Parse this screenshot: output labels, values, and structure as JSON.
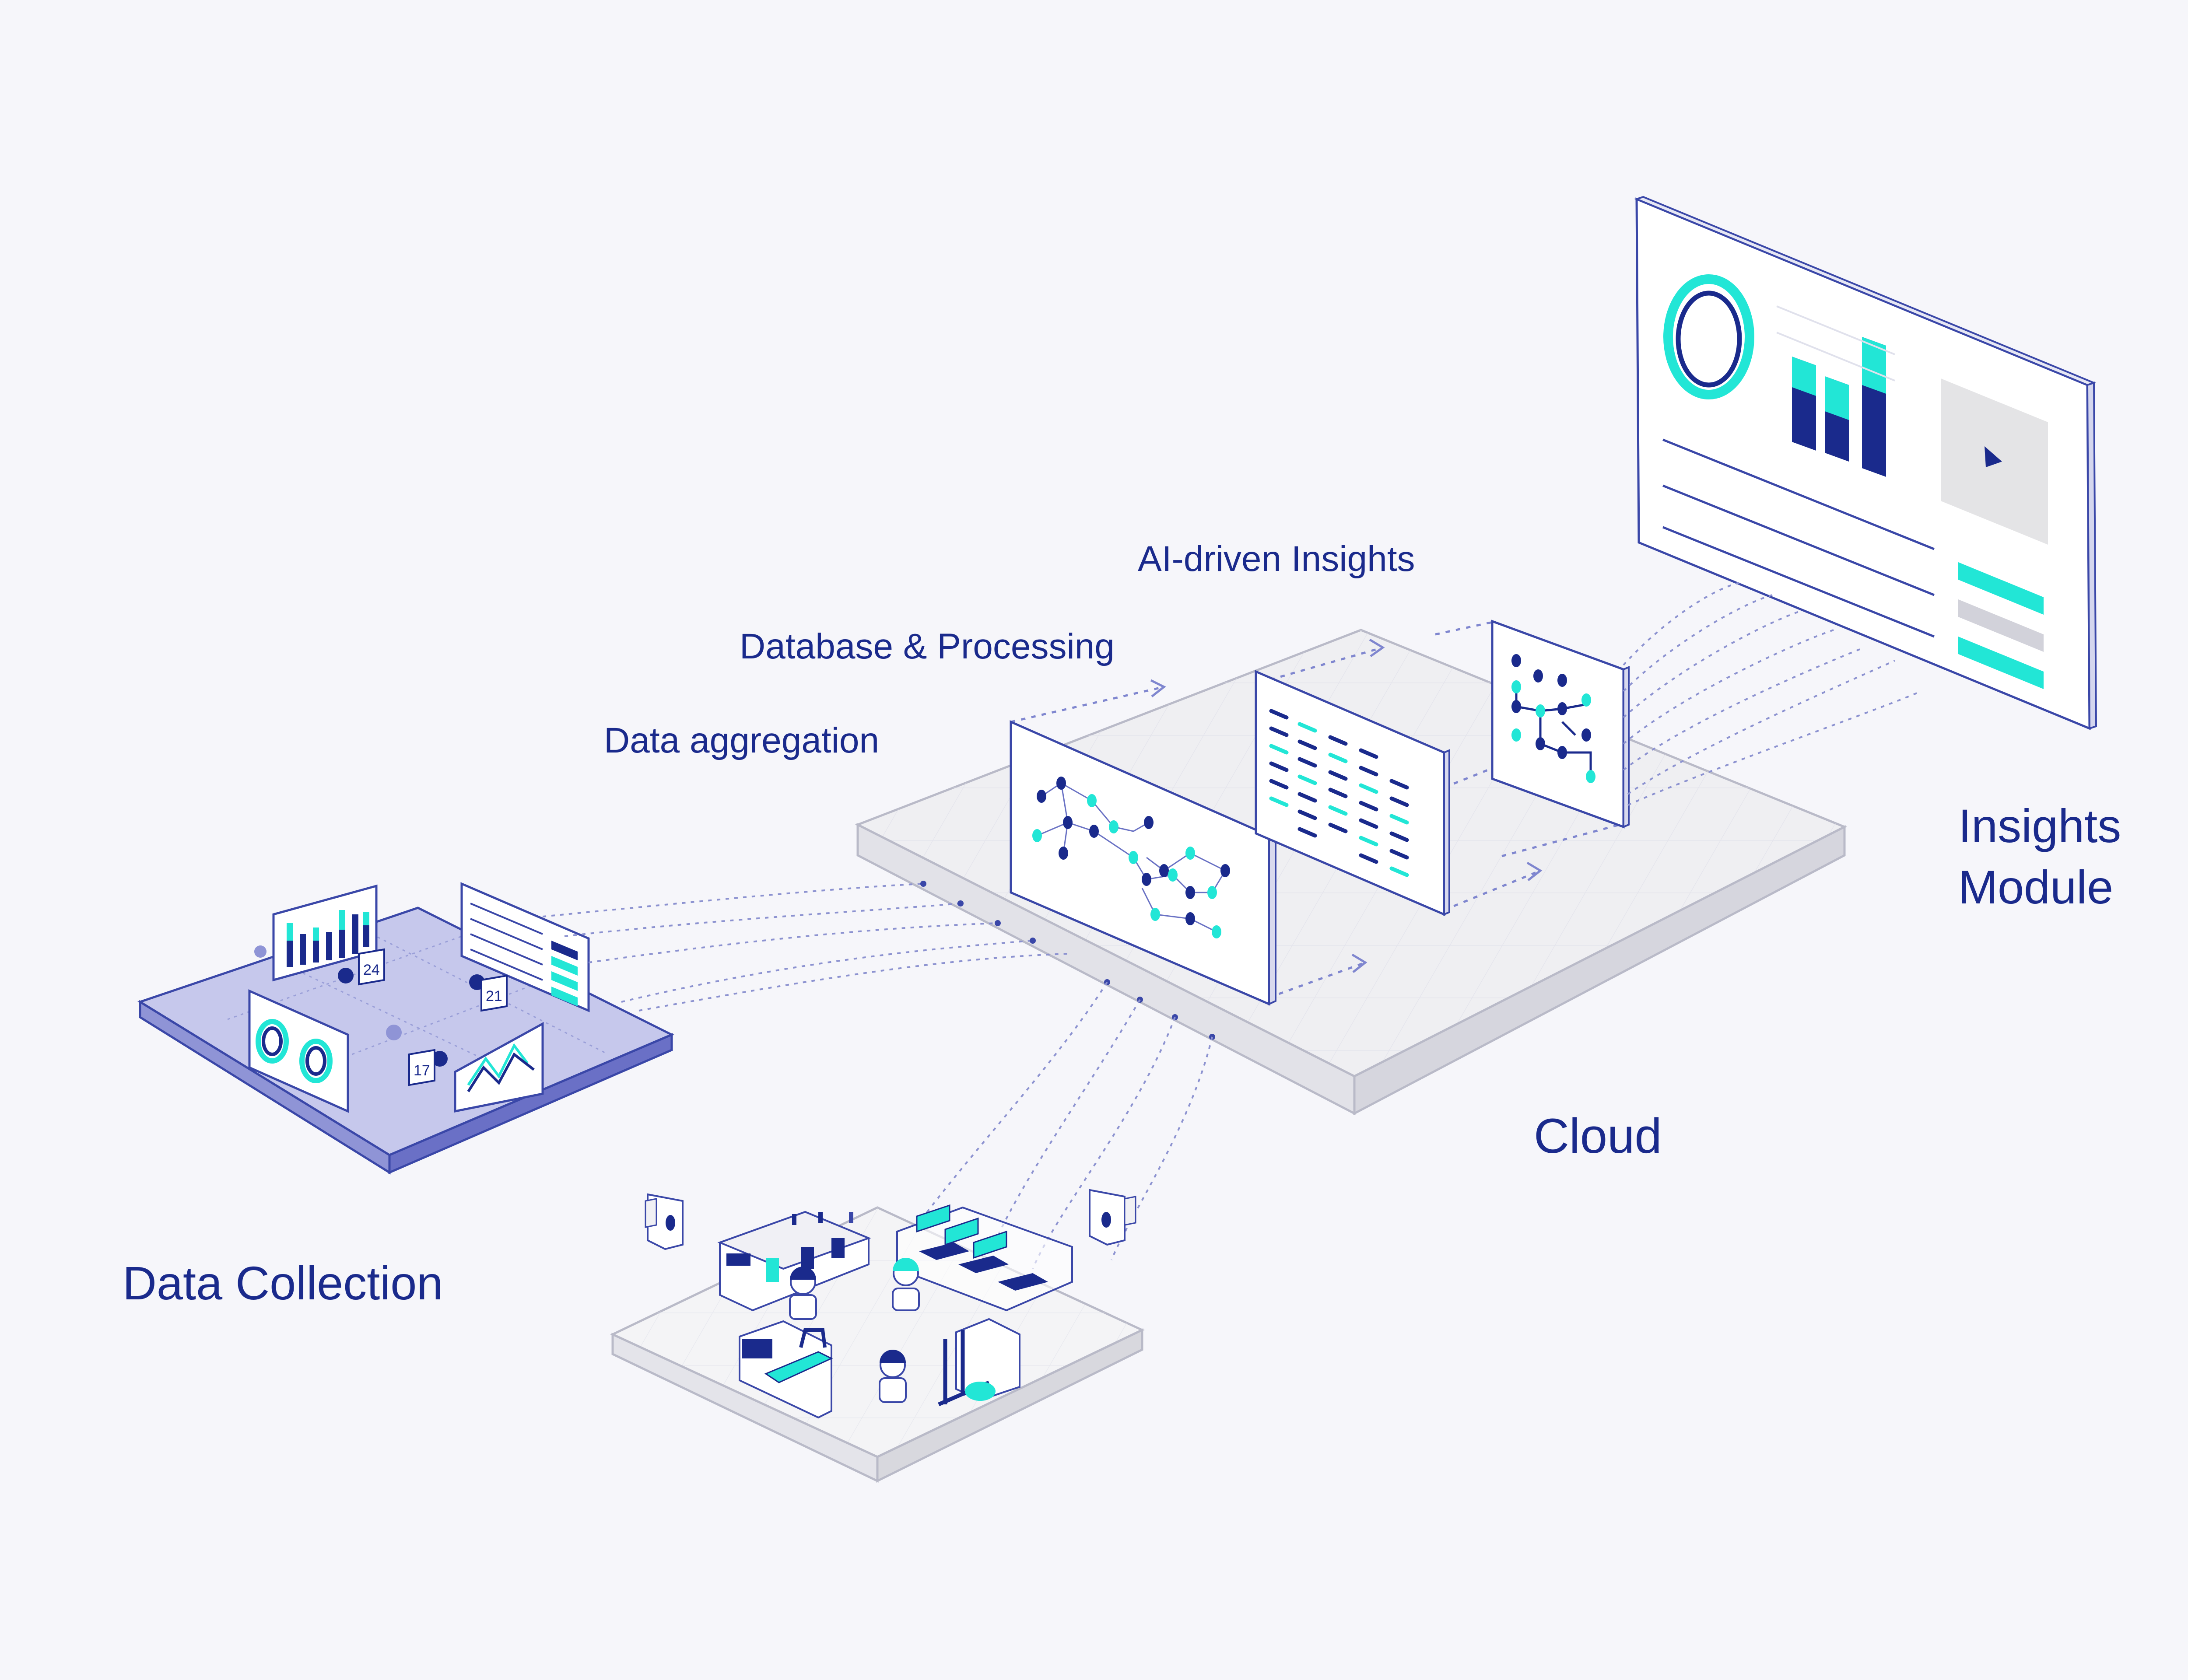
{
  "labels": {
    "data_collection": "Data Collection",
    "data_aggregation": "Data aggregation",
    "database_processing": "Database & Processing",
    "ai_insights": "AI-driven Insights",
    "cloud": "Cloud",
    "insights_module_line1": "Insights",
    "insights_module_line2": "Module"
  },
  "collection_panel": {
    "readouts": [
      "24",
      "21",
      "17"
    ]
  },
  "icons": [
    "camera-icon",
    "worker-icon",
    "forklift-icon",
    "robot-arm-icon",
    "machine-icon",
    "play-icon",
    "donut-chart-icon",
    "bar-chart-icon",
    "line-chart-icon",
    "network-graph-icon"
  ],
  "colors": {
    "background": "#f6f6fa",
    "navy": "#1a2a8c",
    "accent": "#22e6d6",
    "outline": "#3a47a8",
    "platform_fill": "#eeeeef",
    "collection_platform": "#c9cbec",
    "dotted_link": "#8c92d0"
  }
}
